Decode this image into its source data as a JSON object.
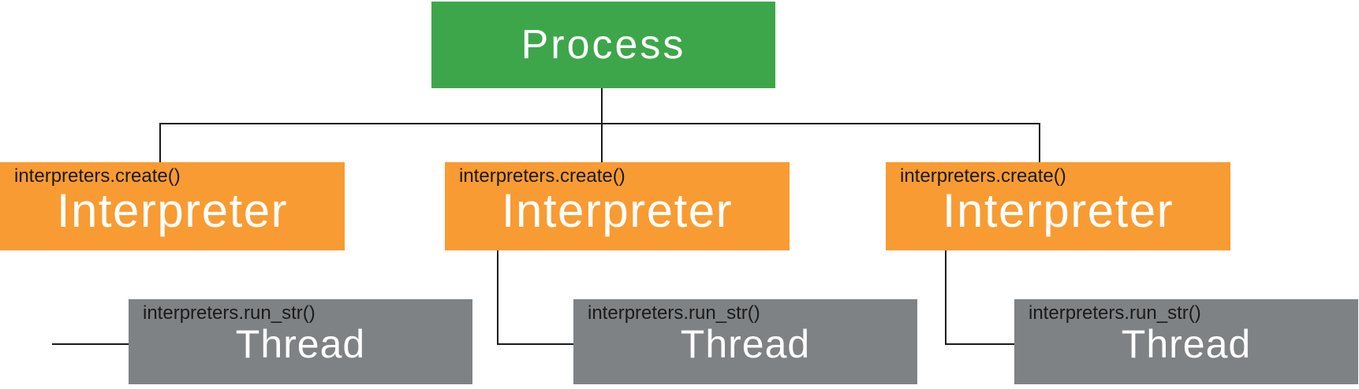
{
  "colors": {
    "process": "#3ea64a",
    "interpreter": "#f89b32",
    "thread": "#7f8285",
    "connector": "#1a1a1a",
    "label_text": "#1a1a1a",
    "box_text": "#ffffff"
  },
  "process": {
    "label": "Process"
  },
  "interpreters": [
    {
      "annotation": "interpreters.create()",
      "label": "Interpreter"
    },
    {
      "annotation": "interpreters.create()",
      "label": "Interpreter"
    },
    {
      "annotation": "interpreters.create()",
      "label": "Interpreter"
    }
  ],
  "threads": [
    {
      "annotation": "interpreters.run_str()",
      "label": "Thread"
    },
    {
      "annotation": "interpreters.run_str()",
      "label": "Thread"
    },
    {
      "annotation": "interpreters.run_str()",
      "label": "Thread"
    }
  ],
  "edges": [
    {
      "from": "Process",
      "to": "Interpreter 1",
      "via": "interpreters.create()"
    },
    {
      "from": "Process",
      "to": "Interpreter 2",
      "via": "interpreters.create()"
    },
    {
      "from": "Process",
      "to": "Interpreter 3",
      "via": "interpreters.create()"
    },
    {
      "from": "Interpreter 2",
      "to": "Thread 2",
      "via": "interpreters.run_str()"
    },
    {
      "from": "Interpreter 3",
      "to": "Thread 3",
      "via": "interpreters.run_str()"
    }
  ]
}
